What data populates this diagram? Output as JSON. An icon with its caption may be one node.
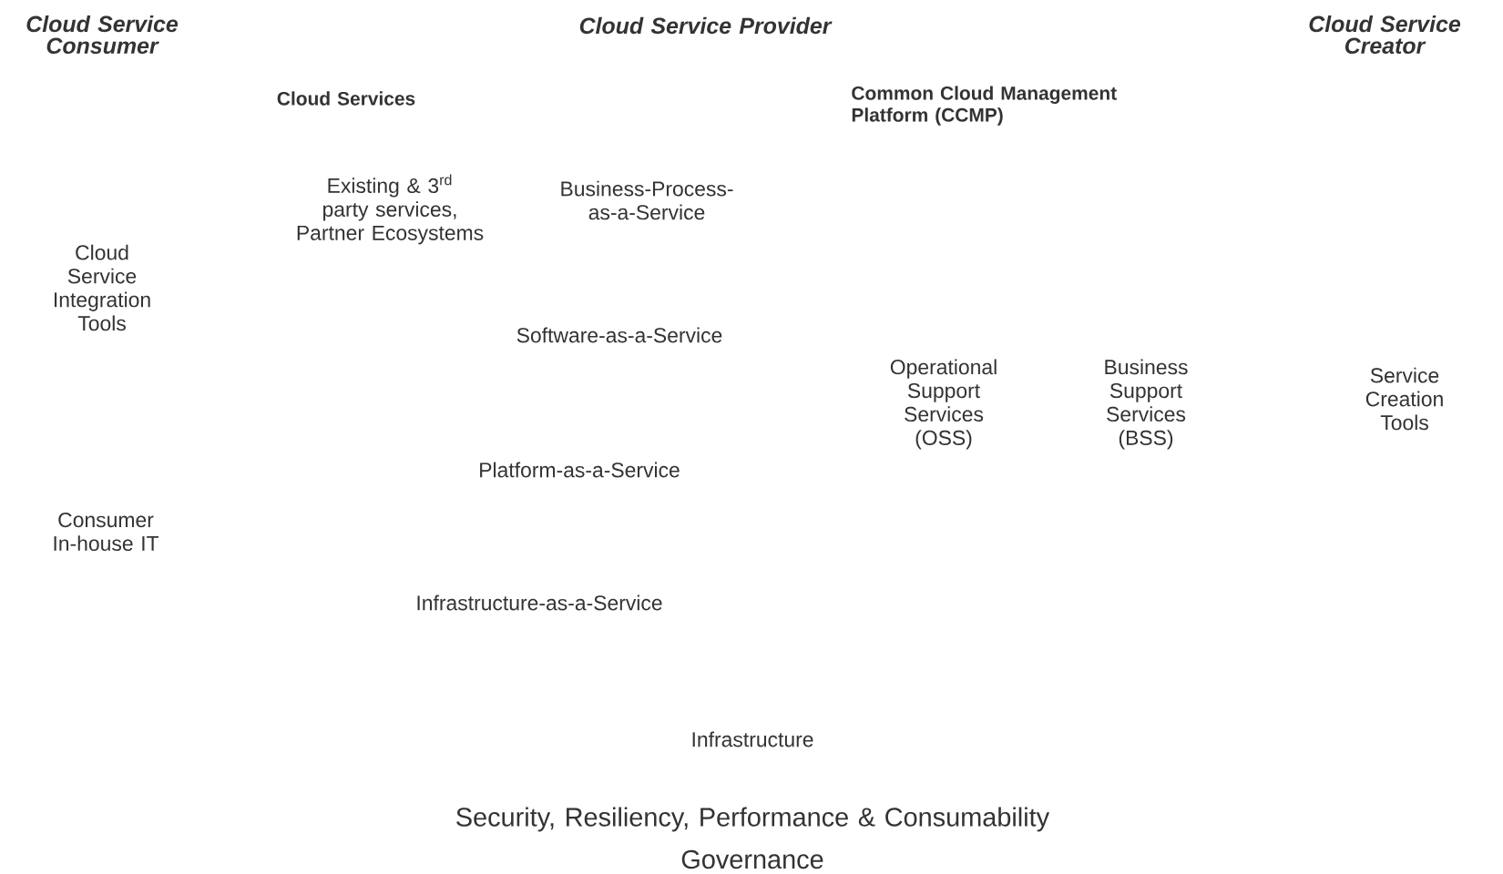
{
  "diagram": {
    "labels": [
      "Cloud Service Consumer",
      "Cloud Service Provider",
      "Cloud Service Creator",
      "Cloud Services",
      "Common Cloud Management Platform (CCMP)",
      "Existing & 3$^{rd}$ party services, Partner Ecosystems",
      "Business-Process- as-a-Service",
      "Cloud Service Integration Tools",
      "Software-as-a-Service",
      "Operational Support Services (OSS)",
      "Business Support Services (BSS)",
      "Service Creation Tools",
      "Platform-as-a-Service",
      "Consumer In-house IT",
      "Infrastructure-as-a-Service",
      "Infrastructure",
      "Security, Resiliency, Performance & Consumability",
      "Governance"
    ]
  }
}
